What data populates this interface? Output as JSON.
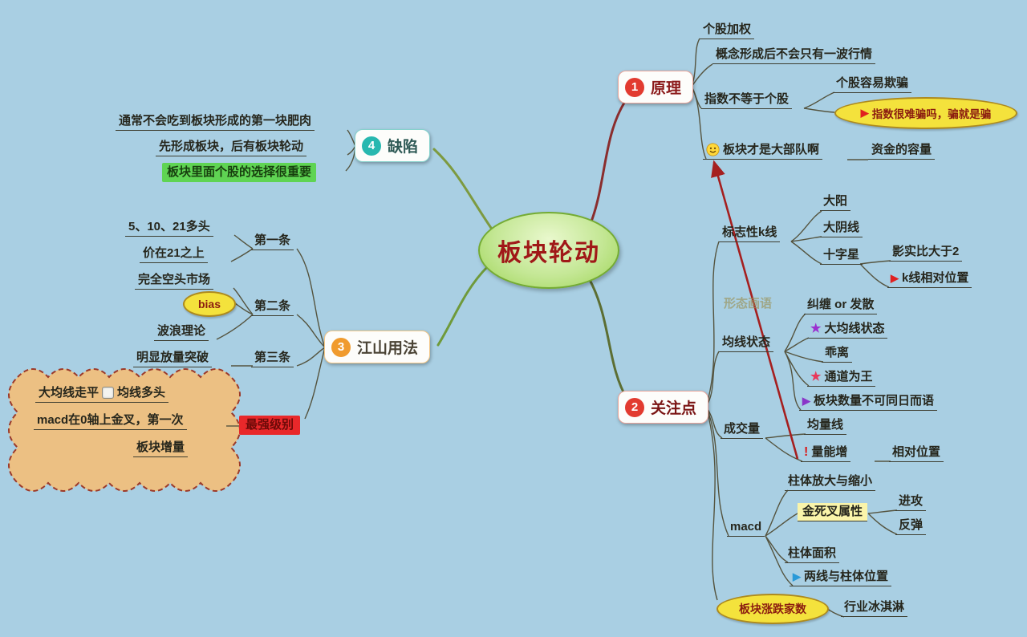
{
  "colors": {
    "background": "#a9cfe3",
    "center_fill": "#b9e27c",
    "center_text": "#a01818",
    "branch_red": "#e23b30",
    "branch_orange": "#f09b2e",
    "branch_teal": "#28b8b0",
    "highlight_green": "#5fd453",
    "highlight_red": "#e8282a",
    "highlight_yellow": "#f4e23c",
    "arrow_red": "#a51f1f"
  },
  "icons": {
    "triangle": "▶",
    "star": "★",
    "exclamation": "!"
  },
  "center": {
    "label": "板块轮动"
  },
  "branches": {
    "b1": {
      "num": "1",
      "label": "原理"
    },
    "b2": {
      "num": "2",
      "label": "关注点"
    },
    "b3": {
      "num": "3",
      "label": "江山用法"
    },
    "b4": {
      "num": "4",
      "label": "缺陷"
    }
  },
  "principle": {
    "weighting": "个股加权",
    "concept": "概念形成后不会只有一波行情",
    "index_not_stock": "指数不等于个股",
    "stock_easy_cheat": "个股容易欺骗",
    "index_hard_cheat": "指数很难骗吗，骗就是骗",
    "sector_main_force": "板块才是大部队啊",
    "capital_capacity": "资金的容量"
  },
  "focus": {
    "kline": "标志性k线",
    "big_yang": "大阳",
    "big_yin": "大阴线",
    "doji": "十字星",
    "shadow_ratio": "影实比大于2",
    "kline_position": "k线相对位置",
    "watermark": "形态画语",
    "ma_state": "均线状态",
    "tangle": "纠缠 or 发散",
    "big_ma_state": "大均线状态",
    "bias_dev": "乖离",
    "channel_king": "通道为王",
    "sector_count": "板块数量不可同日而语",
    "volume": "成交量",
    "volume_ma": "均量线",
    "volume_up": "量能增",
    "relative_pos": "相对位置",
    "macd": "macd",
    "bar_scale": "柱体放大与缩小",
    "cross_property": "金死叉属性",
    "attack": "进攻",
    "rebound": "反弹",
    "bar_area": "柱体面积",
    "lines_bars": "两线与柱体位置",
    "updown_count": "板块涨跌家数",
    "industry": "行业冰淇淋"
  },
  "jiangshan": {
    "rule1": "第一条",
    "rule1a": "5、10、21多头",
    "rule1b": "价在21之上",
    "rule2": "第二条",
    "rule2a": "完全空头市场",
    "bias": "bias",
    "wave": "波浪理论",
    "rule3": "第三条",
    "rule3a": "明显放量突破",
    "strongest": "最强级别",
    "cloud1a": "大均线走平",
    "cloud1b": "均线多头",
    "cloud2": "macd在0轴上金叉，第一次",
    "cloud3": "板块增量"
  },
  "defect": {
    "first_meat": "通常不会吃到板块形成的第一块肥肉",
    "order": "先形成板块，后有板块轮动",
    "selection": "板块里面个股的选择很重要"
  }
}
